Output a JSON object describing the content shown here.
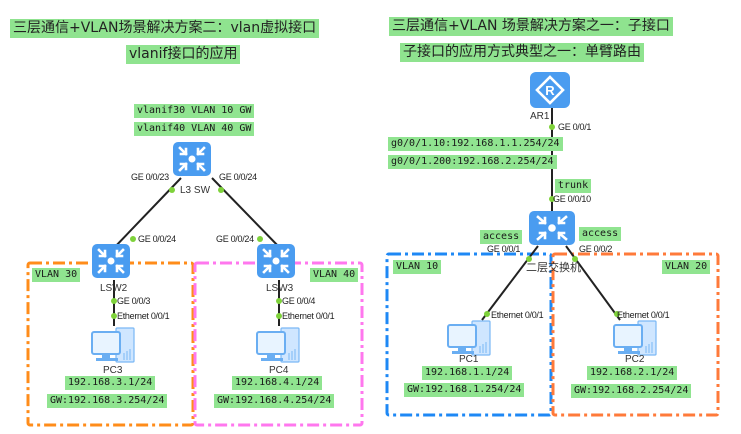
{
  "left": {
    "title_line1": "三层通信+VLAN场景解决方案二：vlan虚拟接口",
    "title_line2": "vlanif接口的应用",
    "gateway_tags": [
      "vlanif30 VLAN 10 GW",
      "vlanif40 VLAN 40 GW"
    ],
    "core_switch": {
      "name": "L3 SW",
      "port_left": "GE 0/0/23",
      "port_right": "GE 0/0/24"
    },
    "access_switches": [
      {
        "name": "LSW2",
        "uplink_port": "GE 0/0/24",
        "down_port": "GE 0/0/3",
        "vlan_label": "VLAN 30",
        "vlan_color": "#ff8c1a"
      },
      {
        "name": "LSW3",
        "uplink_port": "GE 0/0/24",
        "down_port": "GE 0/0/4",
        "vlan_label": "VLAN 40",
        "vlan_color": "#ff77ee"
      }
    ],
    "pcs": [
      {
        "name": "PC3",
        "port": "Ethernet 0/0/1",
        "ip": "192.168.3.1/24",
        "gw": "GW:192.168.3.254/24"
      },
      {
        "name": "PC4",
        "port": "Ethernet 0/0/1",
        "ip": "192.168.4.1/24",
        "gw": "GW:192.168.4.254/24"
      }
    ]
  },
  "right": {
    "title_line1": "三层通信+VLAN 场景解决方案之一：子接口",
    "title_line2": "子接口的应用方式典型之一：单臂路由",
    "router": {
      "name": "AR1",
      "port": "GE 0/0/1"
    },
    "subif_tags": [
      "g0/0/1.10:192.168.1.1.254/24",
      "g0/0/1.200:192.168.2.254/24"
    ],
    "switch": {
      "name": "二层交换机",
      "uplink_mode": "trunk",
      "uplink_port": "GE 0/0/10",
      "left_mode": "access",
      "left_port": "GE 0/0/1",
      "right_mode": "access",
      "right_port": "GE 0/0/2"
    },
    "vlans": [
      {
        "label": "VLAN 10",
        "color": "#1e88f5"
      },
      {
        "label": "VLAN 20",
        "color": "#ff7a3a"
      }
    ],
    "pcs": [
      {
        "name": "PC1",
        "port": "Ethernet 0/0/1",
        "ip": "192.168.1.1/24",
        "gw": "GW:192.168.1.254/24"
      },
      {
        "name": "PC2",
        "port": "Ethernet 0/0/1",
        "ip": "192.168.2.1/24",
        "gw": "GW:192.168.2.254/24"
      }
    ]
  }
}
